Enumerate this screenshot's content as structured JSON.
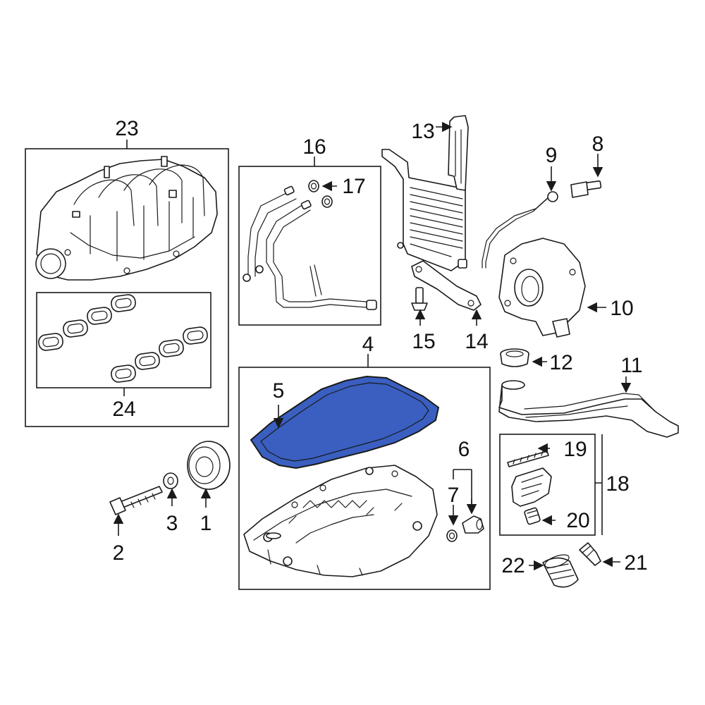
{
  "diagram": {
    "highlight_color": "#3a5fc1",
    "line_color": "#1a1a1a",
    "background_color": "#ffffff",
    "callouts": {
      "c1": "1",
      "c2": "2",
      "c3": "3",
      "c4": "4",
      "c5": "5",
      "c6": "6",
      "c7": "7",
      "c8": "8",
      "c9": "9",
      "c10": "10",
      "c11": "11",
      "c12": "12",
      "c13": "13",
      "c14": "14",
      "c15": "15",
      "c16": "16",
      "c17": "17",
      "c18": "18",
      "c19": "19",
      "c20": "20",
      "c21": "21",
      "c22": "22",
      "c23": "23",
      "c24": "24"
    },
    "parts": {
      "p1": "crankshaft-pulley",
      "p2": "pulley-bolt",
      "p3": "washer",
      "p4": "oil-pan-assembly",
      "p5": "oil-pan-gasket",
      "p6": "drain-plug",
      "p7": "drain-plug-gasket",
      "p8": "bolt",
      "p9": "oil-dipstick",
      "p10": "oil-pump",
      "p11": "oil-filler-tube",
      "p12": "filler-tube-seal",
      "p13": "oil-cooler",
      "p14": "cooler-bracket",
      "p15": "bracket-bolt",
      "p16": "cooler-lines",
      "p17": "o-ring",
      "p18": "pcv-assembly",
      "p19": "pcv-gasket",
      "p20": "pcv-valve",
      "p21": "oil-pressure-sensor",
      "p22": "oil-filter",
      "p23": "intake-manifold",
      "p24": "intake-manifold-gaskets"
    }
  }
}
